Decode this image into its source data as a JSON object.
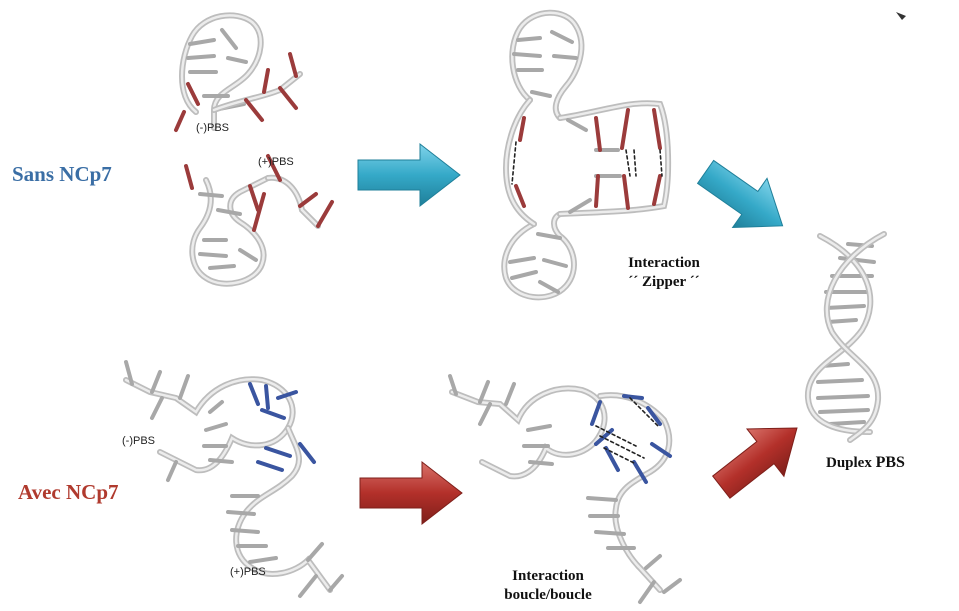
{
  "labels": {
    "sans": "Sans NCp7",
    "avec": "Avec NCp7",
    "zipper_1": "Interaction",
    "zipper_2": "´´ Zipper ´´",
    "boucle_1": "Interaction",
    "boucle_2": "boucle/boucle",
    "duplex_1": "Duplex",
    "duplex_2": "PBS",
    "minus_pbs_top": "(-)PBS",
    "plus_pbs_top": "(+)PBS",
    "minus_pbs_bottom": "(-)PBS",
    "plus_pbs_bottom": "(+)PBS"
  },
  "colors": {
    "sans": "#3a6ea5",
    "avec": "#b03a2e",
    "backbone": "#c8c8c8",
    "rung": "#9a9a9a",
    "red_rung": "#9b3b3b",
    "blue_rung": "#3a55a0",
    "arrow_blue": "#35a9c8",
    "arrow_red": "#b3302a"
  }
}
